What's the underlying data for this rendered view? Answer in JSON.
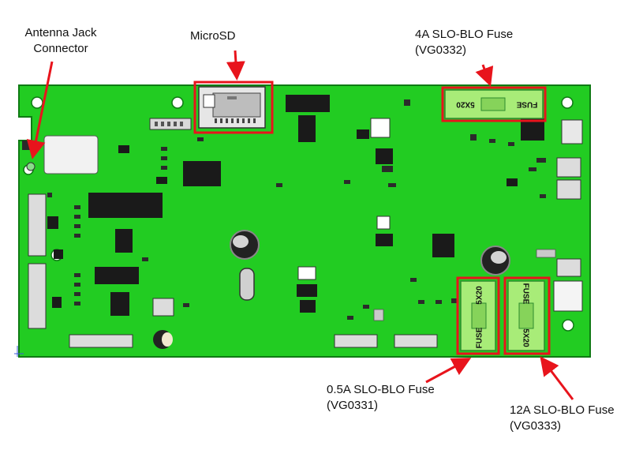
{
  "labels": {
    "antenna": [
      "Antenna Jack",
      "Connector"
    ],
    "microsd": "MicroSD",
    "fuse_4a": [
      "4A SLO-BLO Fuse",
      "(VG0332)"
    ],
    "fuse_05a": [
      "0.5A SLO-BLO Fuse",
      "(VG0331)"
    ],
    "fuse_12a": [
      "12A SLO-BLO Fuse",
      "(VG0333)"
    ]
  },
  "fuse_text": {
    "fuse_word": "FUSE",
    "size": "5X20"
  },
  "colors": {
    "board": "#22cc22",
    "board_edge": "#0f7a14",
    "fuse_body": "#a8ec78",
    "highlight": "#e8141c",
    "arrow": "#e8141c",
    "chip": "#1a1a1a",
    "connector": "#c9c9c9"
  }
}
